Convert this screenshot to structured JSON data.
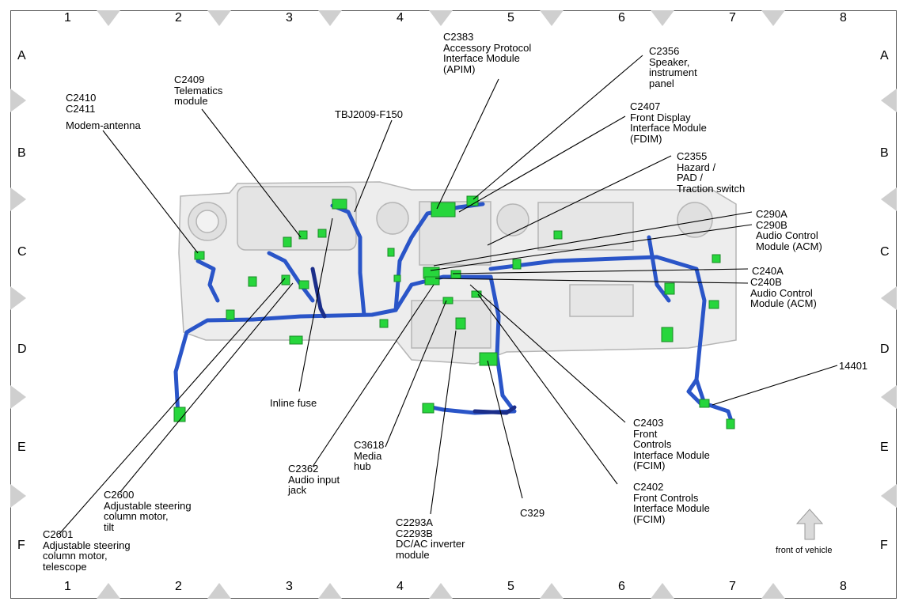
{
  "grid": {
    "columns": [
      "1",
      "2",
      "3",
      "4",
      "5",
      "6",
      "7",
      "8"
    ],
    "rows": [
      "A",
      "B",
      "C",
      "D",
      "E",
      "F"
    ]
  },
  "reference": "TBJ2009-F150",
  "front_of_vehicle": "front of vehicle",
  "callouts": {
    "c2383": "C2383\nAccessory Protocol\nInterface Module\n(APIM)",
    "c2356": "C2356\nSpeaker,\ninstrument\npanel",
    "c2407": "C2407\nFront Display\nInterface Module\n(FDIM)",
    "c2355": "C2355\nHazard /\nPAD /\nTraction switch",
    "c290": "C290A\nC290B\nAudio Control\nModule (ACM)",
    "c240a": "C240A",
    "c240b": "C240B\nAudio Control\nModule (ACM)",
    "c2410": "C2410\n C2411",
    "modem": "Modem-antenna",
    "c2409": "C2409\nTelematics\nmodule",
    "inline_fuse": "Inline fuse",
    "n14401": "14401",
    "c2403": "C2403\nFront\nControls\nInterface Module\n(FCIM)",
    "c3618": "C3618\nMedia\nhub",
    "c2362": "C2362\nAudio input\njack",
    "c2600": "C2600\nAdjustable steering\ncolumn motor,\ntilt",
    "c2601": "C2601\nAdjustable steering\ncolumn motor,\ntelescope",
    "c2402": "C2402\nFront Controls\nInterface Module\n(FCIM)",
    "c329": "C329",
    "c2293": "C2293A\nC2293B\nDC/AC inverter\nmodule"
  }
}
